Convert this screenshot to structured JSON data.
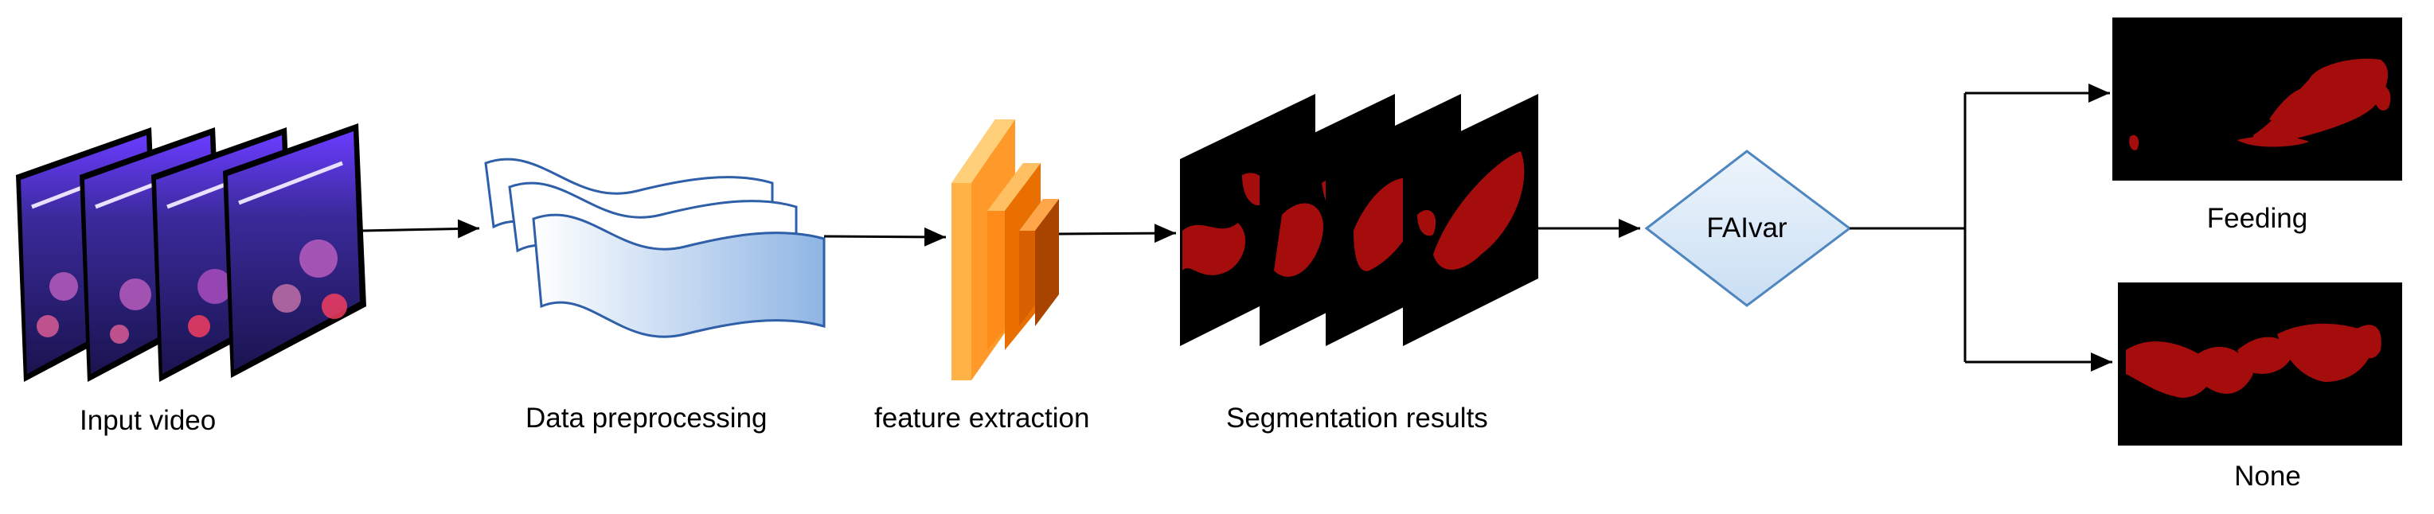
{
  "diagram": {
    "stages": [
      {
        "id": "input",
        "label": "Input video"
      },
      {
        "id": "preprocess",
        "label": "Data preprocessing"
      },
      {
        "id": "features",
        "label": "feature extraction"
      },
      {
        "id": "segmentation",
        "label": "Segmentation results"
      },
      {
        "id": "decision",
        "label": "FAIvar"
      }
    ],
    "outputs": [
      {
        "id": "feeding",
        "label": "Feeding"
      },
      {
        "id": "none",
        "label": "None"
      }
    ],
    "colors": {
      "arrow": "#000000",
      "video_bg": "#2a1f7a",
      "video_glow": "#8a5cff",
      "paper_fill": "#9ec0e8",
      "paper_stroke": "#2e5fa8",
      "feature_front": "#ff8c1a",
      "feature_side": "#ffc064",
      "feature_dark": "#b34a00",
      "mask_bg": "#000000",
      "mask_fg": "#a50d0d",
      "diamond_fill": "#d8e8f7",
      "diamond_stroke": "#4f86c0"
    }
  }
}
